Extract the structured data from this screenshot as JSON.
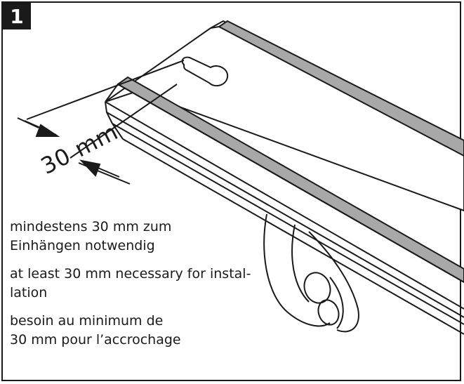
{
  "step": {
    "number": "1"
  },
  "dimension": {
    "label": "30 mm"
  },
  "notes": {
    "german": {
      "line1": "mindestens 30 mm zum",
      "line2": "Einhängen notwendig"
    },
    "english": {
      "line1": "at least 30 mm necessary for instal-",
      "line2": "lation"
    },
    "french": {
      "line1": "besoin au minimum de",
      "line2": "30 mm pour l’accrochage"
    }
  },
  "colors": {
    "line": "#1a1a1a",
    "strip": "#a8a8a8",
    "background": "#ffffff"
  }
}
